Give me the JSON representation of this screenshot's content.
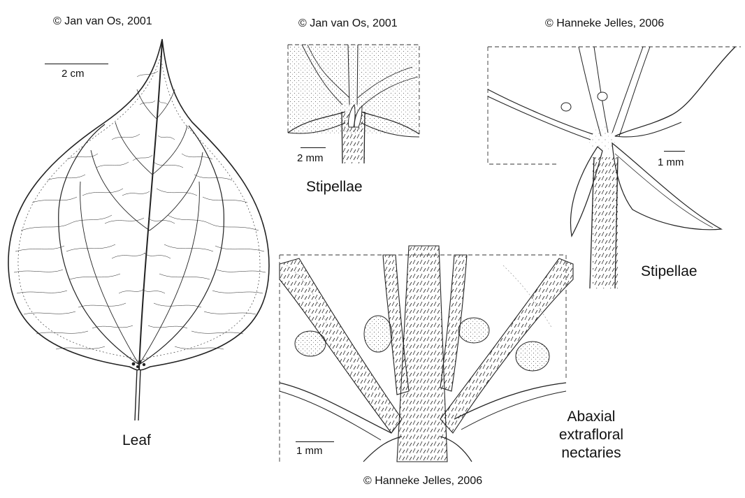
{
  "credits": {
    "leaf": "© Jan van Os, 2001",
    "stipellae_top": "© Jan van Os, 2001",
    "stipellae_right": "© Hanneke Jelles, 2006",
    "nectaries": "© Hanneke Jelles, 2006"
  },
  "labels": {
    "leaf": "Leaf",
    "stipellae_top": "Stipellae",
    "stipellae_right": "Stipellae",
    "nectaries_line1": "Abaxial",
    "nectaries_line2": "extrafloral",
    "nectaries_line3": "nectaries"
  },
  "scale_bars": {
    "leaf": "2 cm",
    "stipellae_top": "2 mm",
    "stipellae_right": "1 mm",
    "nectaries": "1 mm"
  }
}
